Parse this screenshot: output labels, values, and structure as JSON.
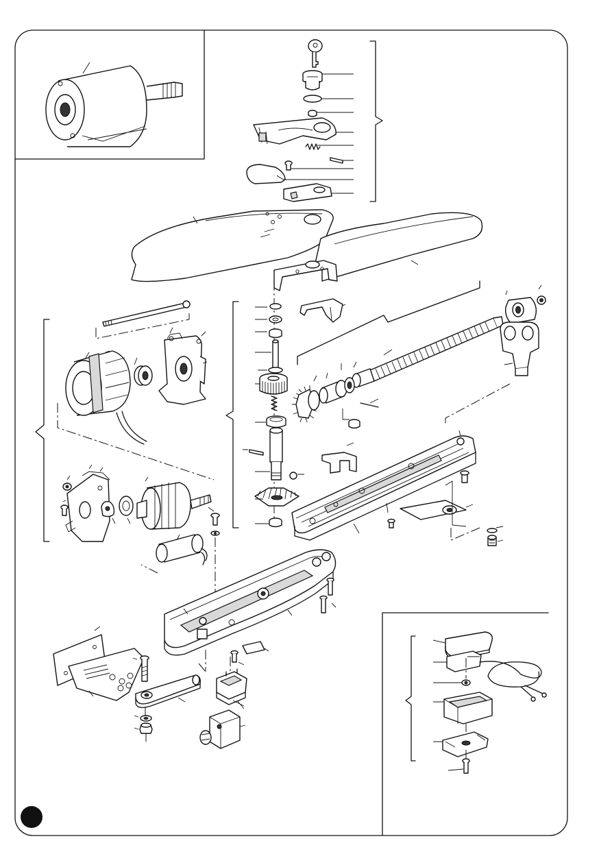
{
  "figure": {
    "marker_color": "#111111",
    "frame_color": "#111111",
    "background": "#ffffff",
    "panels": [
      "motor-detail-inset",
      "main-exploded-view",
      "accessory-inset"
    ]
  }
}
